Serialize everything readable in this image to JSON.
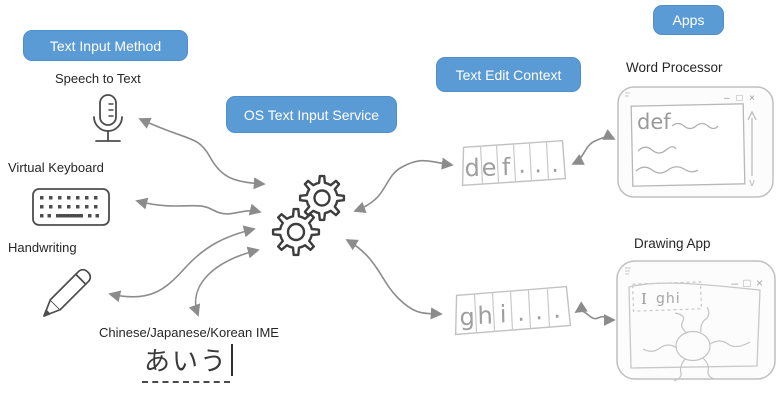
{
  "colors": {
    "badge_blue": "#5B9BD5",
    "arrow_gray": "#8c8c8c",
    "sketch_gray": "#c2c2c2",
    "icon_gray": "#4d4d4d",
    "label_dark": "#262626"
  },
  "badges": {
    "text_input_method": "Text Input Method",
    "os_service": "OS Text Input Service",
    "text_edit_context": "Text Edit Context",
    "apps": "Apps"
  },
  "input_methods": {
    "speech": "Speech to Text",
    "keyboard": "Virtual Keyboard",
    "handwriting": "Handwriting",
    "ime": "Chinese/Japanese/Korean IME",
    "ime_composition": "あいう"
  },
  "context": {
    "box_def": {
      "cells": [
        "d",
        "e",
        "f",
        ".",
        ".",
        "."
      ]
    },
    "box_ghi": {
      "cells": [
        "g",
        "h",
        "i",
        ".",
        ".",
        "."
      ]
    }
  },
  "apps": {
    "word_processor": {
      "title": "Word Processor",
      "controls": "– □ ×",
      "content": "def",
      "scroll_down": "v"
    },
    "drawing_app": {
      "title": "Drawing App",
      "controls": "– □ ×",
      "textbox_cursor": "I",
      "textbox_text": "ghi"
    }
  },
  "icons": {
    "microphone": "svg-sketch",
    "keyboard": "svg-sketch",
    "pencil": "svg-sketch",
    "gears": "svg-sketch",
    "caret": "|"
  }
}
